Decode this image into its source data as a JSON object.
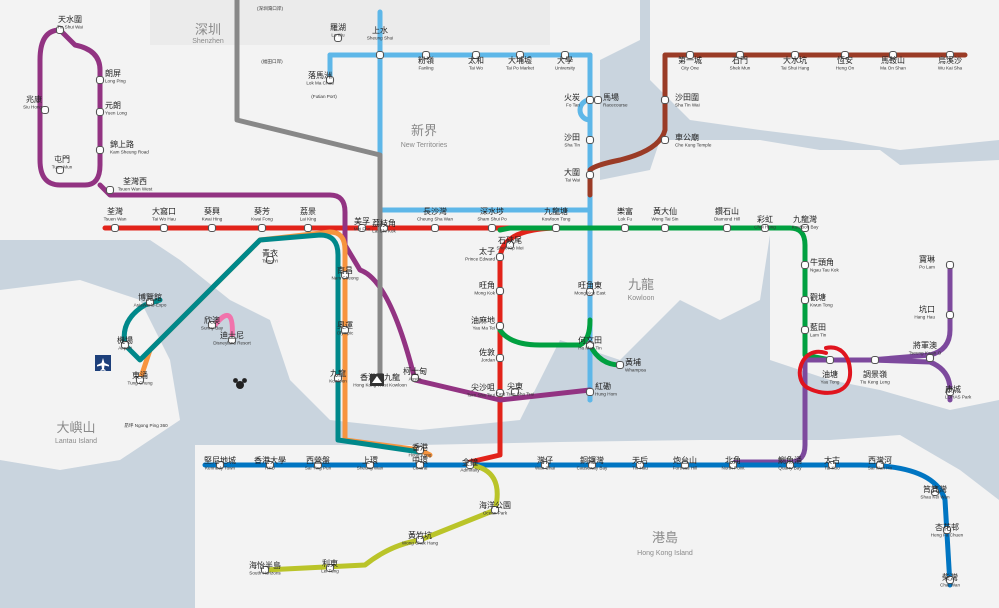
{
  "colors": {
    "water": "#c9d4de",
    "land": "#f4f4f4",
    "east_rail": "#5eb7e8",
    "tsuen_wan": "#e2231a",
    "kwun_tong": "#00a040",
    "island": "#0075c2",
    "tung_chung": "#f7943e",
    "airport_express": "#00888a",
    "tuen_ma": "#923382",
    "tseung_kwan_o": "#7d499d",
    "south_island": "#bac429",
    "disneyland": "#f173ac",
    "tuen_ma_brown": "#9a3b26",
    "highlight": "#e0141e"
  },
  "areas": [
    {
      "id": "shenzhen",
      "cn": "深圳",
      "en": "Shenzhen"
    },
    {
      "id": "new_territories",
      "cn": "新界",
      "en": "New Territories"
    },
    {
      "id": "kowloon",
      "cn": "九龍",
      "en": "Kowloon"
    },
    {
      "id": "lantau",
      "cn": "大嶼山",
      "en": "Lantau Island"
    },
    {
      "id": "hk_island",
      "cn": "港島",
      "en": "Hong Kong Island"
    }
  ],
  "stations": [
    {
      "id": "tin_shui_wai",
      "cn": "天水圍",
      "en": "Tin Shui Wai"
    },
    {
      "id": "siu_hong",
      "cn": "兆康",
      "en": "Siu Hong"
    },
    {
      "id": "tuen_mun",
      "cn": "屯門",
      "en": "Tuen Mun"
    },
    {
      "id": "long_ping",
      "cn": "朗屏",
      "en": "Long Ping"
    },
    {
      "id": "yuen_long",
      "cn": "元朗",
      "en": "Yuen Long"
    },
    {
      "id": "kam_sheung_road",
      "cn": "錦上路",
      "en": "Kam Sheung Road"
    },
    {
      "id": "tsuen_wan_west",
      "cn": "荃灣西",
      "en": "Tsuen Wan West"
    },
    {
      "id": "lo_wu",
      "cn": "羅湖",
      "en": "Lo Wu"
    },
    {
      "id": "sheung_shui",
      "cn": "上水",
      "en": "Sheung Shui"
    },
    {
      "id": "lok_ma_chau",
      "cn": "落馬洲",
      "en": "Lok Ma Chau"
    },
    {
      "id": "fanling",
      "cn": "粉嶺",
      "en": "Fanling"
    },
    {
      "id": "tai_wo",
      "cn": "太和",
      "en": "Tai Wo"
    },
    {
      "id": "tai_po_market",
      "cn": "大埔墟",
      "en": "Tai Po Market"
    },
    {
      "id": "university",
      "cn": "大學",
      "en": "University"
    },
    {
      "id": "fo_tan",
      "cn": "火炭",
      "en": "Fo Tan"
    },
    {
      "id": "racecourse",
      "cn": "馬場",
      "en": "Racecourse"
    },
    {
      "id": "sha_tin",
      "cn": "沙田",
      "en": "Sha Tin"
    },
    {
      "id": "tai_wai",
      "cn": "大圍",
      "en": "Tai Wai"
    },
    {
      "id": "city_one",
      "cn": "第一城",
      "en": "City One"
    },
    {
      "id": "shek_mun",
      "cn": "石門",
      "en": "Shek Mun"
    },
    {
      "id": "tai_shui_hang",
      "cn": "大水坑",
      "en": "Tai Shui Hang"
    },
    {
      "id": "heng_on",
      "cn": "恆安",
      "en": "Heng On"
    },
    {
      "id": "ma_on_shan",
      "cn": "馬鞍山",
      "en": "Ma On Shan"
    },
    {
      "id": "wu_kai_sha",
      "cn": "烏溪沙",
      "en": "Wu Kai Sha"
    },
    {
      "id": "sha_tin_wai",
      "cn": "沙田圍",
      "en": "Sha Tin Wai"
    },
    {
      "id": "che_kung_temple",
      "cn": "車公廟",
      "en": "Che Kung Temple"
    },
    {
      "id": "tsuen_wan",
      "cn": "荃灣",
      "en": "Tsuen Wan"
    },
    {
      "id": "tai_wo_hau",
      "cn": "大窩口",
      "en": "Tai Wo Hau"
    },
    {
      "id": "kwai_hing",
      "cn": "葵興",
      "en": "Kwai Hing"
    },
    {
      "id": "kwai_fong",
      "cn": "葵芳",
      "en": "Kwai Fong"
    },
    {
      "id": "lai_king",
      "cn": "荔景",
      "en": "Lai King"
    },
    {
      "id": "mei_foo",
      "cn": "美孚",
      "en": "Mei Foo"
    },
    {
      "id": "cheung_sha_wan",
      "cn": "長沙灣",
      "en": "Cheung Sha Wan"
    },
    {
      "id": "sham_shui_po",
      "cn": "深水埗",
      "en": "Sham Shui Po"
    },
    {
      "id": "kowloon_tong",
      "cn": "九龍塘",
      "en": "Kowloon Tong"
    },
    {
      "id": "lok_fu",
      "cn": "樂富",
      "en": "Lok Fu"
    },
    {
      "id": "wong_tai_sin",
      "cn": "黃大仙",
      "en": "Wong Tai Sin"
    },
    {
      "id": "diamond_hill",
      "cn": "鑽石山",
      "en": "Diamond Hill"
    },
    {
      "id": "choi_hung",
      "cn": "彩虹",
      "en": "Choi Hung"
    },
    {
      "id": "kowloon_bay",
      "cn": "九龍灣",
      "en": "Kowloon Bay"
    },
    {
      "id": "ngau_tau_kok",
      "cn": "牛頭角",
      "en": "Ngau Tau Kok"
    },
    {
      "id": "kwun_tong",
      "cn": "觀塘",
      "en": "Kwun Tong"
    },
    {
      "id": "lam_tin",
      "cn": "藍田",
      "en": "Lam Tin"
    },
    {
      "id": "yau_tong",
      "cn": "油塘",
      "en": "Yau Tong"
    },
    {
      "id": "tiu_keng_leng",
      "cn": "調景嶺",
      "en": "Tiu Keng Leng"
    },
    {
      "id": "po_lam",
      "cn": "寶琳",
      "en": "Po Lam"
    },
    {
      "id": "hang_hau",
      "cn": "坑口",
      "en": "Hang Hau"
    },
    {
      "id": "tseung_kwan_o",
      "cn": "將軍澳",
      "en": "Tseung Kwan O"
    },
    {
      "id": "lohas_park",
      "cn": "康城",
      "en": "LOHAS Park"
    },
    {
      "id": "lai_chi_kok",
      "cn": "荔枝角",
      "en": "Lai Chi Kok"
    },
    {
      "id": "shek_kip_mei",
      "cn": "石硤尾",
      "en": "Shek Kip Mei"
    },
    {
      "id": "prince_edward",
      "cn": "太子",
      "en": "Prince Edward"
    },
    {
      "id": "mong_kok",
      "cn": "旺角",
      "en": "Mong Kok"
    },
    {
      "id": "mong_kok_east",
      "cn": "旺角東",
      "en": "Mong Kok East"
    },
    {
      "id": "yau_ma_tei",
      "cn": "油麻地",
      "en": "Yau Ma Tei"
    },
    {
      "id": "jordan",
      "cn": "佐敦",
      "en": "Jordan"
    },
    {
      "id": "tsim_sha_tsui",
      "cn": "尖沙咀",
      "en": "Tsim Sha Tsui"
    },
    {
      "id": "east_tsim_sha_tsui",
      "cn": "尖東",
      "en": "East Tsim Sha Tsui"
    },
    {
      "id": "hung_hom",
      "cn": "紅磡",
      "en": "Hung Hom"
    },
    {
      "id": "ho_man_tin",
      "cn": "何文田",
      "en": "Ho Man Tin"
    },
    {
      "id": "whampoa",
      "cn": "黃埔",
      "en": "Whampoa"
    },
    {
      "id": "nam_cheong",
      "cn": "南昌",
      "en": "Nam Cheong"
    },
    {
      "id": "olympic",
      "cn": "奧運",
      "en": "Olympic"
    },
    {
      "id": "kowloon",
      "cn": "九龍",
      "en": "Kowloon"
    },
    {
      "id": "austin",
      "cn": "柯士甸",
      "en": "Austin"
    },
    {
      "id": "hk_west_kowloon",
      "cn": "香港西九龍",
      "en": "Hong Kong West Kowloon"
    },
    {
      "id": "hong_kong",
      "cn": "香港",
      "en": "Hong Kong"
    },
    {
      "id": "tsing_yi",
      "cn": "青衣",
      "en": "Tsing Yi"
    },
    {
      "id": "asiaworld_expo",
      "cn": "博覽館",
      "en": "AsiaWorld-Expo"
    },
    {
      "id": "airport",
      "cn": "機場",
      "en": "Airport"
    },
    {
      "id": "sunny_bay",
      "cn": "欣澳",
      "en": "Sunny Bay"
    },
    {
      "id": "disneyland_resort",
      "cn": "迪士尼",
      "en": "Disneyland Resort"
    },
    {
      "id": "tung_chung",
      "cn": "東涌",
      "en": "Tung Chung"
    },
    {
      "id": "kennedy_town",
      "cn": "堅尼地城",
      "en": "Kennedy Town"
    },
    {
      "id": "hku",
      "cn": "香港大學",
      "en": "HKU"
    },
    {
      "id": "sai_ying_pun",
      "cn": "西營盤",
      "en": "Sai Ying Pun"
    },
    {
      "id": "sheung_wan",
      "cn": "上環",
      "en": "Sheung Wan"
    },
    {
      "id": "central",
      "cn": "中環",
      "en": "Central"
    },
    {
      "id": "admiralty",
      "cn": "金鐘",
      "en": "Admiralty"
    },
    {
      "id": "wan_chai",
      "cn": "灣仔",
      "en": "Wan Chai"
    },
    {
      "id": "causeway_bay",
      "cn": "銅鑼灣",
      "en": "Causeway Bay"
    },
    {
      "id": "tin_hau",
      "cn": "天后",
      "en": "Tin Hau"
    },
    {
      "id": "fortress_hill",
      "cn": "炮台山",
      "en": "Fortress Hill"
    },
    {
      "id": "north_point",
      "cn": "北角",
      "en": "North Point"
    },
    {
      "id": "quarry_bay",
      "cn": "鰂魚涌",
      "en": "Quarry Bay"
    },
    {
      "id": "tai_koo",
      "cn": "太古",
      "en": "Tai Koo"
    },
    {
      "id": "sai_wan_ho",
      "cn": "西灣河",
      "en": "Sai Wan Ho"
    },
    {
      "id": "shau_kei_wan",
      "cn": "筲箕灣",
      "en": "Shau Kei Wan"
    },
    {
      "id": "heng_fa_chuen",
      "cn": "杏花邨",
      "en": "Heng Fa Chuen"
    },
    {
      "id": "chai_wan",
      "cn": "柴灣",
      "en": "Chai Wan"
    },
    {
      "id": "ocean_park",
      "cn": "海洋公園",
      "en": "Ocean Park"
    },
    {
      "id": "wong_chuk_hang",
      "cn": "黃竹坑",
      "en": "Wong Chuk Hang"
    },
    {
      "id": "lei_tung",
      "cn": "利東",
      "en": "Lei Tung"
    },
    {
      "id": "south_horizons",
      "cn": "海怡半島",
      "en": "South Horizons"
    }
  ],
  "annotations": {
    "lok_ma_chau_note": "(福田口岸)",
    "lok_ma_chau_note_en": "(Futian Port)",
    "shenzhen_note": "(深圳灣口岸)",
    "ngong_ping_note": "昂坪 Ngong Ping 360"
  }
}
